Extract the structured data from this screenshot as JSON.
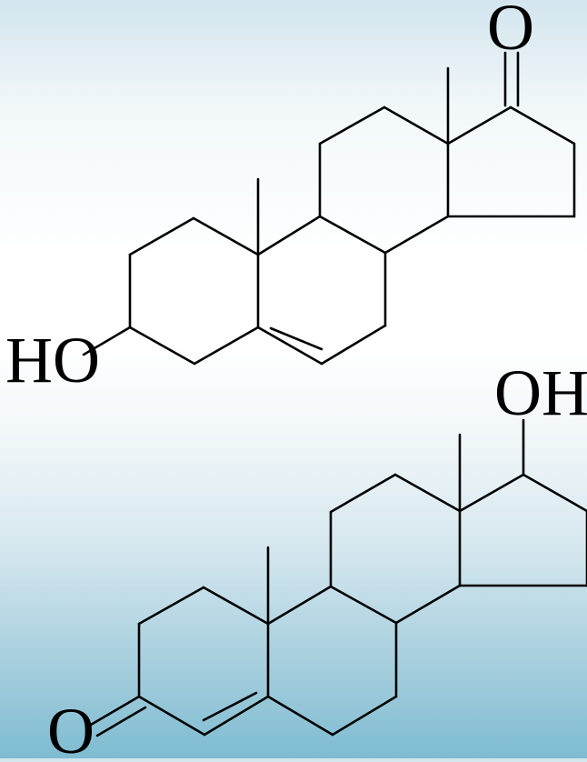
{
  "molecule_top": {
    "ketone_label": "O",
    "hydroxyl_label": "HO"
  },
  "molecule_bottom": {
    "hydroxyl_label": "OH",
    "ketone_label": "O"
  },
  "colors": {
    "bond": "#000000",
    "background_top": "#d3e5ee",
    "background_mid": "#ffffff",
    "background_bottom": "#7fbcd1"
  }
}
